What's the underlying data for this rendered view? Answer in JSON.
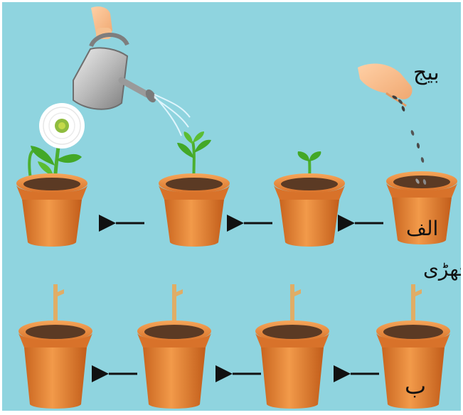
{
  "labels": {
    "seed": "بیج",
    "stick": "چھڑی",
    "row_a": "الف",
    "row_b": "ب"
  },
  "colors": {
    "background": "#8fd4df",
    "pot": "#e8893a",
    "soil": "#5b3a24",
    "stem": "#4caf2f",
    "stick": "#e0ad66",
    "arrow": "#111111"
  },
  "rows": [
    {
      "id": "row-a",
      "label_key": "row_a",
      "stages": [
        "seed",
        "sprout",
        "seedling",
        "flowering"
      ],
      "with_stick": false
    },
    {
      "id": "row-b",
      "label_key": "row_b",
      "stages": [
        "stick",
        "stick",
        "stick",
        "stick"
      ],
      "with_stick": true
    }
  ],
  "icons": [
    "hand-seeds-icon",
    "watering-can-icon",
    "flower-icon",
    "arrow-left-icon"
  ]
}
